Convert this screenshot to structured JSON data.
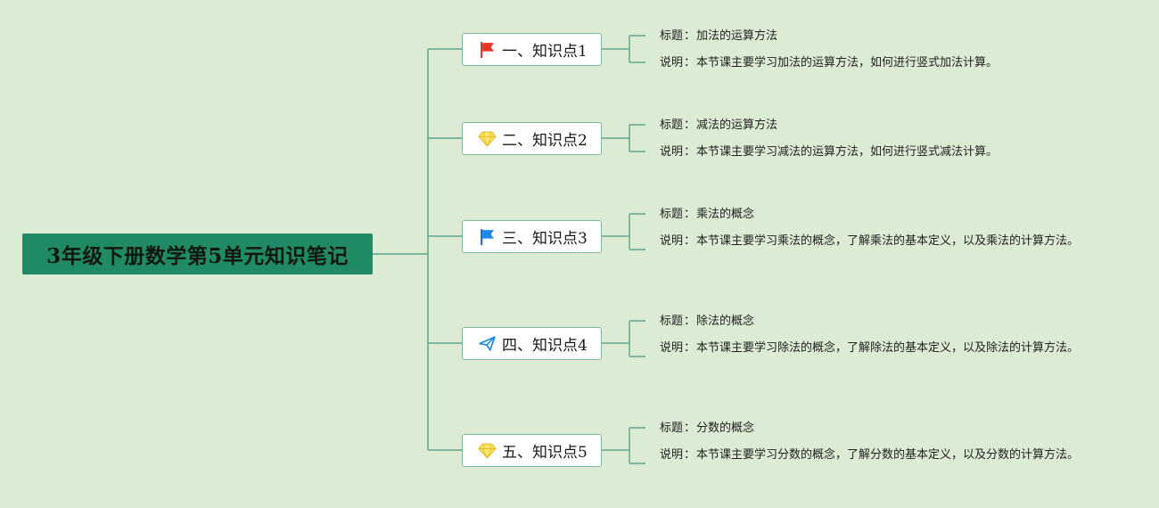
{
  "root": {
    "title": "3年级下册数学第5单元知识笔记"
  },
  "colors": {
    "background": "#dcebd3",
    "root_fill": "#1f8a63",
    "connector": "#5fa88a",
    "branch_border": "#7fb79a"
  },
  "separator": "：",
  "branches": [
    {
      "label": "一、知识点1",
      "icon": "red-flag-icon",
      "title_label": "标题",
      "title_value": "加法的运算方法",
      "desc_label": "说明",
      "desc_value": "本节课主要学习加法的运算方法，如何进行竖式加法计算。"
    },
    {
      "label": "二、知识点2",
      "icon": "diamond-icon",
      "title_label": "标题",
      "title_value": "减法的运算方法",
      "desc_label": "说明",
      "desc_value": "本节课主要学习减法的运算方法，如何进行竖式减法计算。"
    },
    {
      "label": "三、知识点3",
      "icon": "blue-flag-icon",
      "title_label": "标题",
      "title_value": "乘法的概念",
      "desc_label": "说明",
      "desc_value": "本节课主要学习乘法的概念，了解乘法的基本定义，以及乘法的计算方法。"
    },
    {
      "label": "四、知识点4",
      "icon": "paper-plane-icon",
      "title_label": "标题",
      "title_value": "除法的概念",
      "desc_label": "说明",
      "desc_value": "本节课主要学习除法的概念，了解除法的基本定义，以及除法的计算方法。"
    },
    {
      "label": "五、知识点5",
      "icon": "diamond-icon",
      "title_label": "标题",
      "title_value": "分数的概念",
      "desc_label": "说明",
      "desc_value": "本节课主要学习分数的概念，了解分数的基本定义，以及分数的计算方法。"
    }
  ]
}
